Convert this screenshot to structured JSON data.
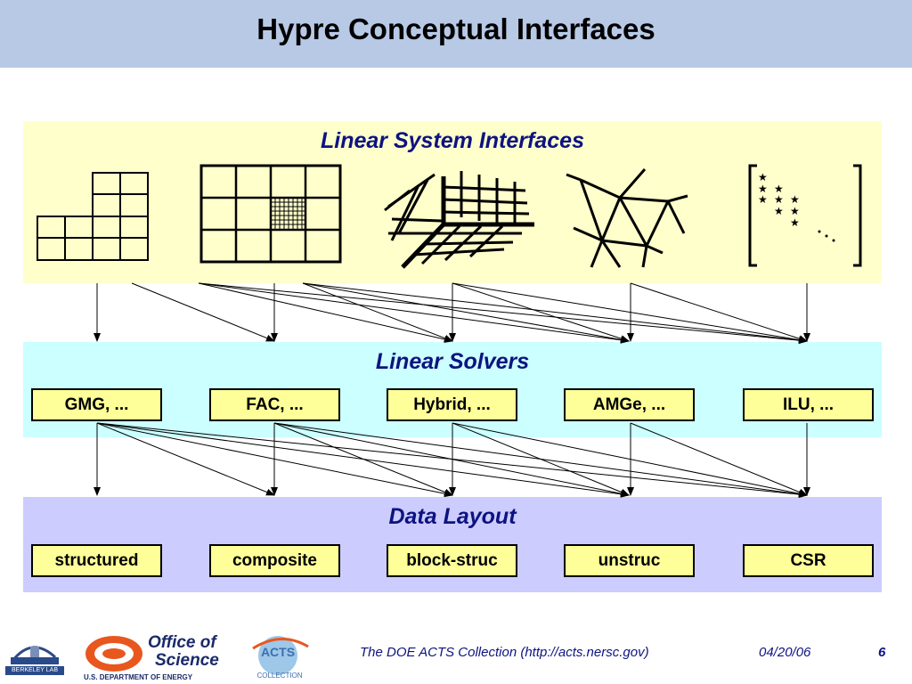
{
  "title": "Hypre Conceptual Interfaces",
  "bands": {
    "linear_system_interfaces": "Linear System Interfaces",
    "linear_solvers": "Linear Solvers",
    "data_layout": "Data Layout"
  },
  "solvers": [
    "GMG, ...",
    "FAC, ...",
    "Hybrid, ...",
    "AMGe, ...",
    "ILU, ..."
  ],
  "layouts": [
    "structured",
    "composite",
    "block-struc",
    "unstruc",
    "CSR"
  ],
  "footer": {
    "collection": "The DOE ACTS Collection (http://acts.nersc.gov)",
    "date": "04/20/06",
    "page": "6"
  },
  "logos": {
    "berkeley_lab": "BERKELEY LAB",
    "office_of_science_line1": "Office of",
    "office_of_science_line2": "Science",
    "doe": "U.S. DEPARTMENT OF ENERGY",
    "acts": "ACTS",
    "acts_collection": "COLLECTION"
  },
  "colors": {
    "title_bar": "#b8c9e6",
    "lsi_band": "#ffffcc",
    "solvers_band": "#ccffff",
    "layout_band": "#ccccff",
    "box_fill": "#ffff99",
    "heading_text": "#0d1380"
  }
}
